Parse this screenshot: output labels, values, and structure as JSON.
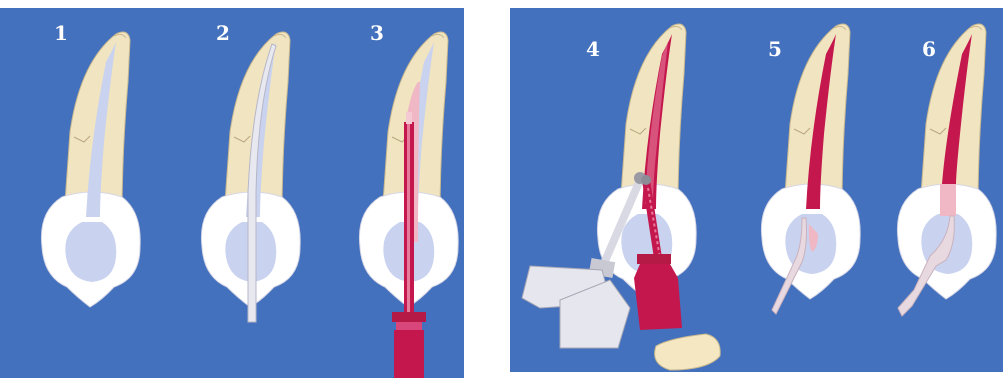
{
  "figure": {
    "steps": [
      {
        "number": "1"
      },
      {
        "number": "2"
      },
      {
        "number": "3"
      },
      {
        "number": "4"
      },
      {
        "number": "5"
      },
      {
        "number": "6"
      }
    ]
  },
  "colors": {
    "background": "#4471bd",
    "dentin": "#f1e4c1",
    "enamel": "#ffffff",
    "pulp": "#c9d2ee",
    "sealer_red": "#c4174d",
    "gutta_percha_pink": "#efb8c4",
    "instrument_grey": "#d9d9e3"
  },
  "icons": [
    "tooth-icon",
    "file-icon",
    "plugger-icon",
    "handpiece-icon",
    "spreader-icon"
  ]
}
